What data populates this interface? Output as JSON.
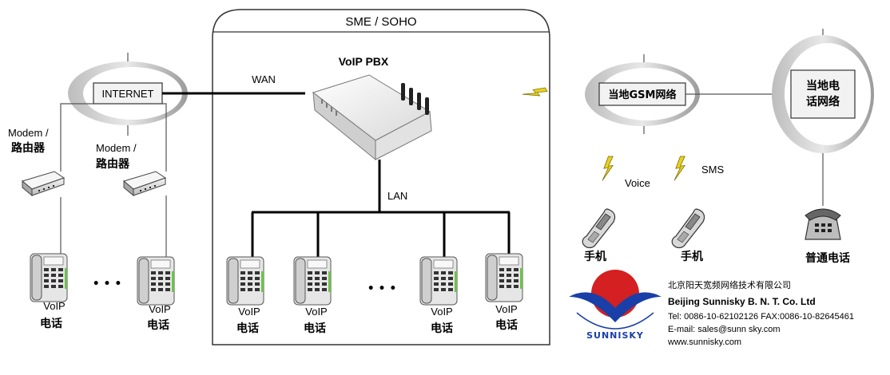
{
  "zone": {
    "title": "SME / SOHO"
  },
  "pbx": {
    "label": "VoIP PBX"
  },
  "links": {
    "wan": "WAN",
    "lan": "LAN",
    "voice": "Voice",
    "sms": "SMS"
  },
  "internet": {
    "label": "INTERNET"
  },
  "gsm": {
    "label": "当地GSM网络"
  },
  "pstn": {
    "line1": "当地电",
    "line2": "话网络"
  },
  "routers": [
    {
      "line1": "Modem /",
      "line2": "路由器"
    },
    {
      "line1": "Modem /",
      "line2": "路由器"
    }
  ],
  "voip_phone": {
    "line1": "VoIP",
    "line2": "电话"
  },
  "ellipsis": "• • •",
  "mobiles": [
    {
      "label": "手机"
    },
    {
      "label": "手机"
    }
  ],
  "landline": {
    "label": "普通电话"
  },
  "company": {
    "name_cn": "北京阳天宽频网络技术有限公司",
    "name_en": "Beijing Sunnisky B. N. T. Co. Ltd",
    "tel": "Tel: 0086-10-62102126   FAX:0086-10-82645461",
    "email": "E-mail: sales@sunn sky.com",
    "web": "www.sunnisky.com",
    "logo_text": "SUNNISKY"
  },
  "colors": {
    "logo_red": "#d42020",
    "logo_blue": "#1a3fa8",
    "lightning": "#e8d020"
  }
}
